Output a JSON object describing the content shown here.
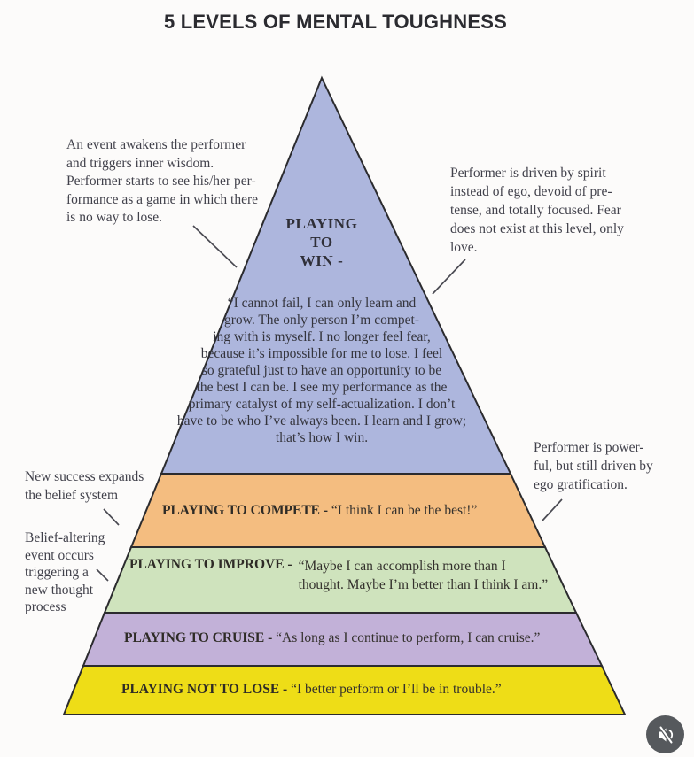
{
  "title": "5 LEVELS OF MENTAL TOUGHNESS",
  "pyramid": {
    "win": {
      "heading": "PLAYING\nTO\nWIN -",
      "quote": "“I cannot fail, I can only learn and\ngrow. The only person I’m compet-\ning with  is myself. I no longer feel fear,\nbecause it’s impossible for me to lose. I feel\nso grateful just to have an opportunity to be\nthe best I can be.  I see my performance as the\nprimary catalyst of my self-actualization. I don’t\nhave to be who I’ve always been. I learn and I grow;\nthat’s how I win.",
      "color": "#adb6dd"
    },
    "compete": {
      "label": "PLAYING TO COMPETE -",
      "quote": "“I think I can be the best!”",
      "color": "#f4bd80"
    },
    "improve": {
      "label": "PLAYING TO IMPROVE -",
      "quote": "“Maybe I can accomplish more than I\nthought. Maybe I’m better than I think I am.”",
      "color": "#cfe3bd"
    },
    "cruise": {
      "label": "PLAYING TO CRUISE -",
      "quote": "“As long as I continue to perform, I can cruise.”",
      "color": "#c2b1d8"
    },
    "not_lose": {
      "label": "PLAYING NOT TO LOSE -",
      "quote": "“I better perform or I’ll be in trouble.”",
      "color": "#eedd17"
    }
  },
  "annotations": {
    "left_top": "An event awakens the performer\nand triggers inner wisdom.\nPerformer starts to see his/her per-\nformance as a game in which there\nis no way to lose.",
    "right_top": "Performer is driven by spirit\ninstead of ego, devoid of pre-\ntense, and totally focused. Fear\ndoes not exist at this level, only\nlove.",
    "right_middle": "Performer is power-\nful, but still driven by\nego gratification.",
    "left_middle": "New success expands\nthe belief system",
    "left_bottom": "Belief-altering\nevent occurs\ntriggering a\nnew thought\nprocess"
  },
  "controls": {
    "mute_icon": "speaker-muted",
    "button_color": "#56595d"
  }
}
